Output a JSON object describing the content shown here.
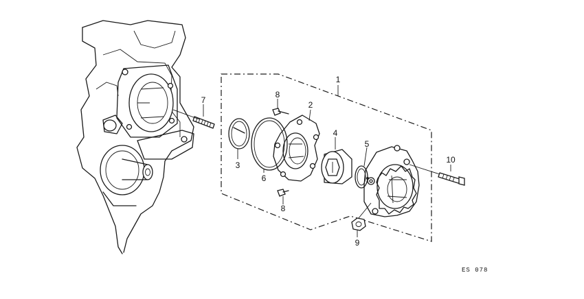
{
  "callouts": {
    "c1": "1",
    "c2": "2",
    "c3": "3",
    "c4": "4",
    "c5": "5",
    "c6": "6",
    "c7": "7",
    "c8a": "8",
    "c8b": "8",
    "c9": "9",
    "c10": "10"
  },
  "diagram_code": "ES 078",
  "colors": {
    "ink": "#1a1a1a",
    "background": "#ffffff"
  }
}
